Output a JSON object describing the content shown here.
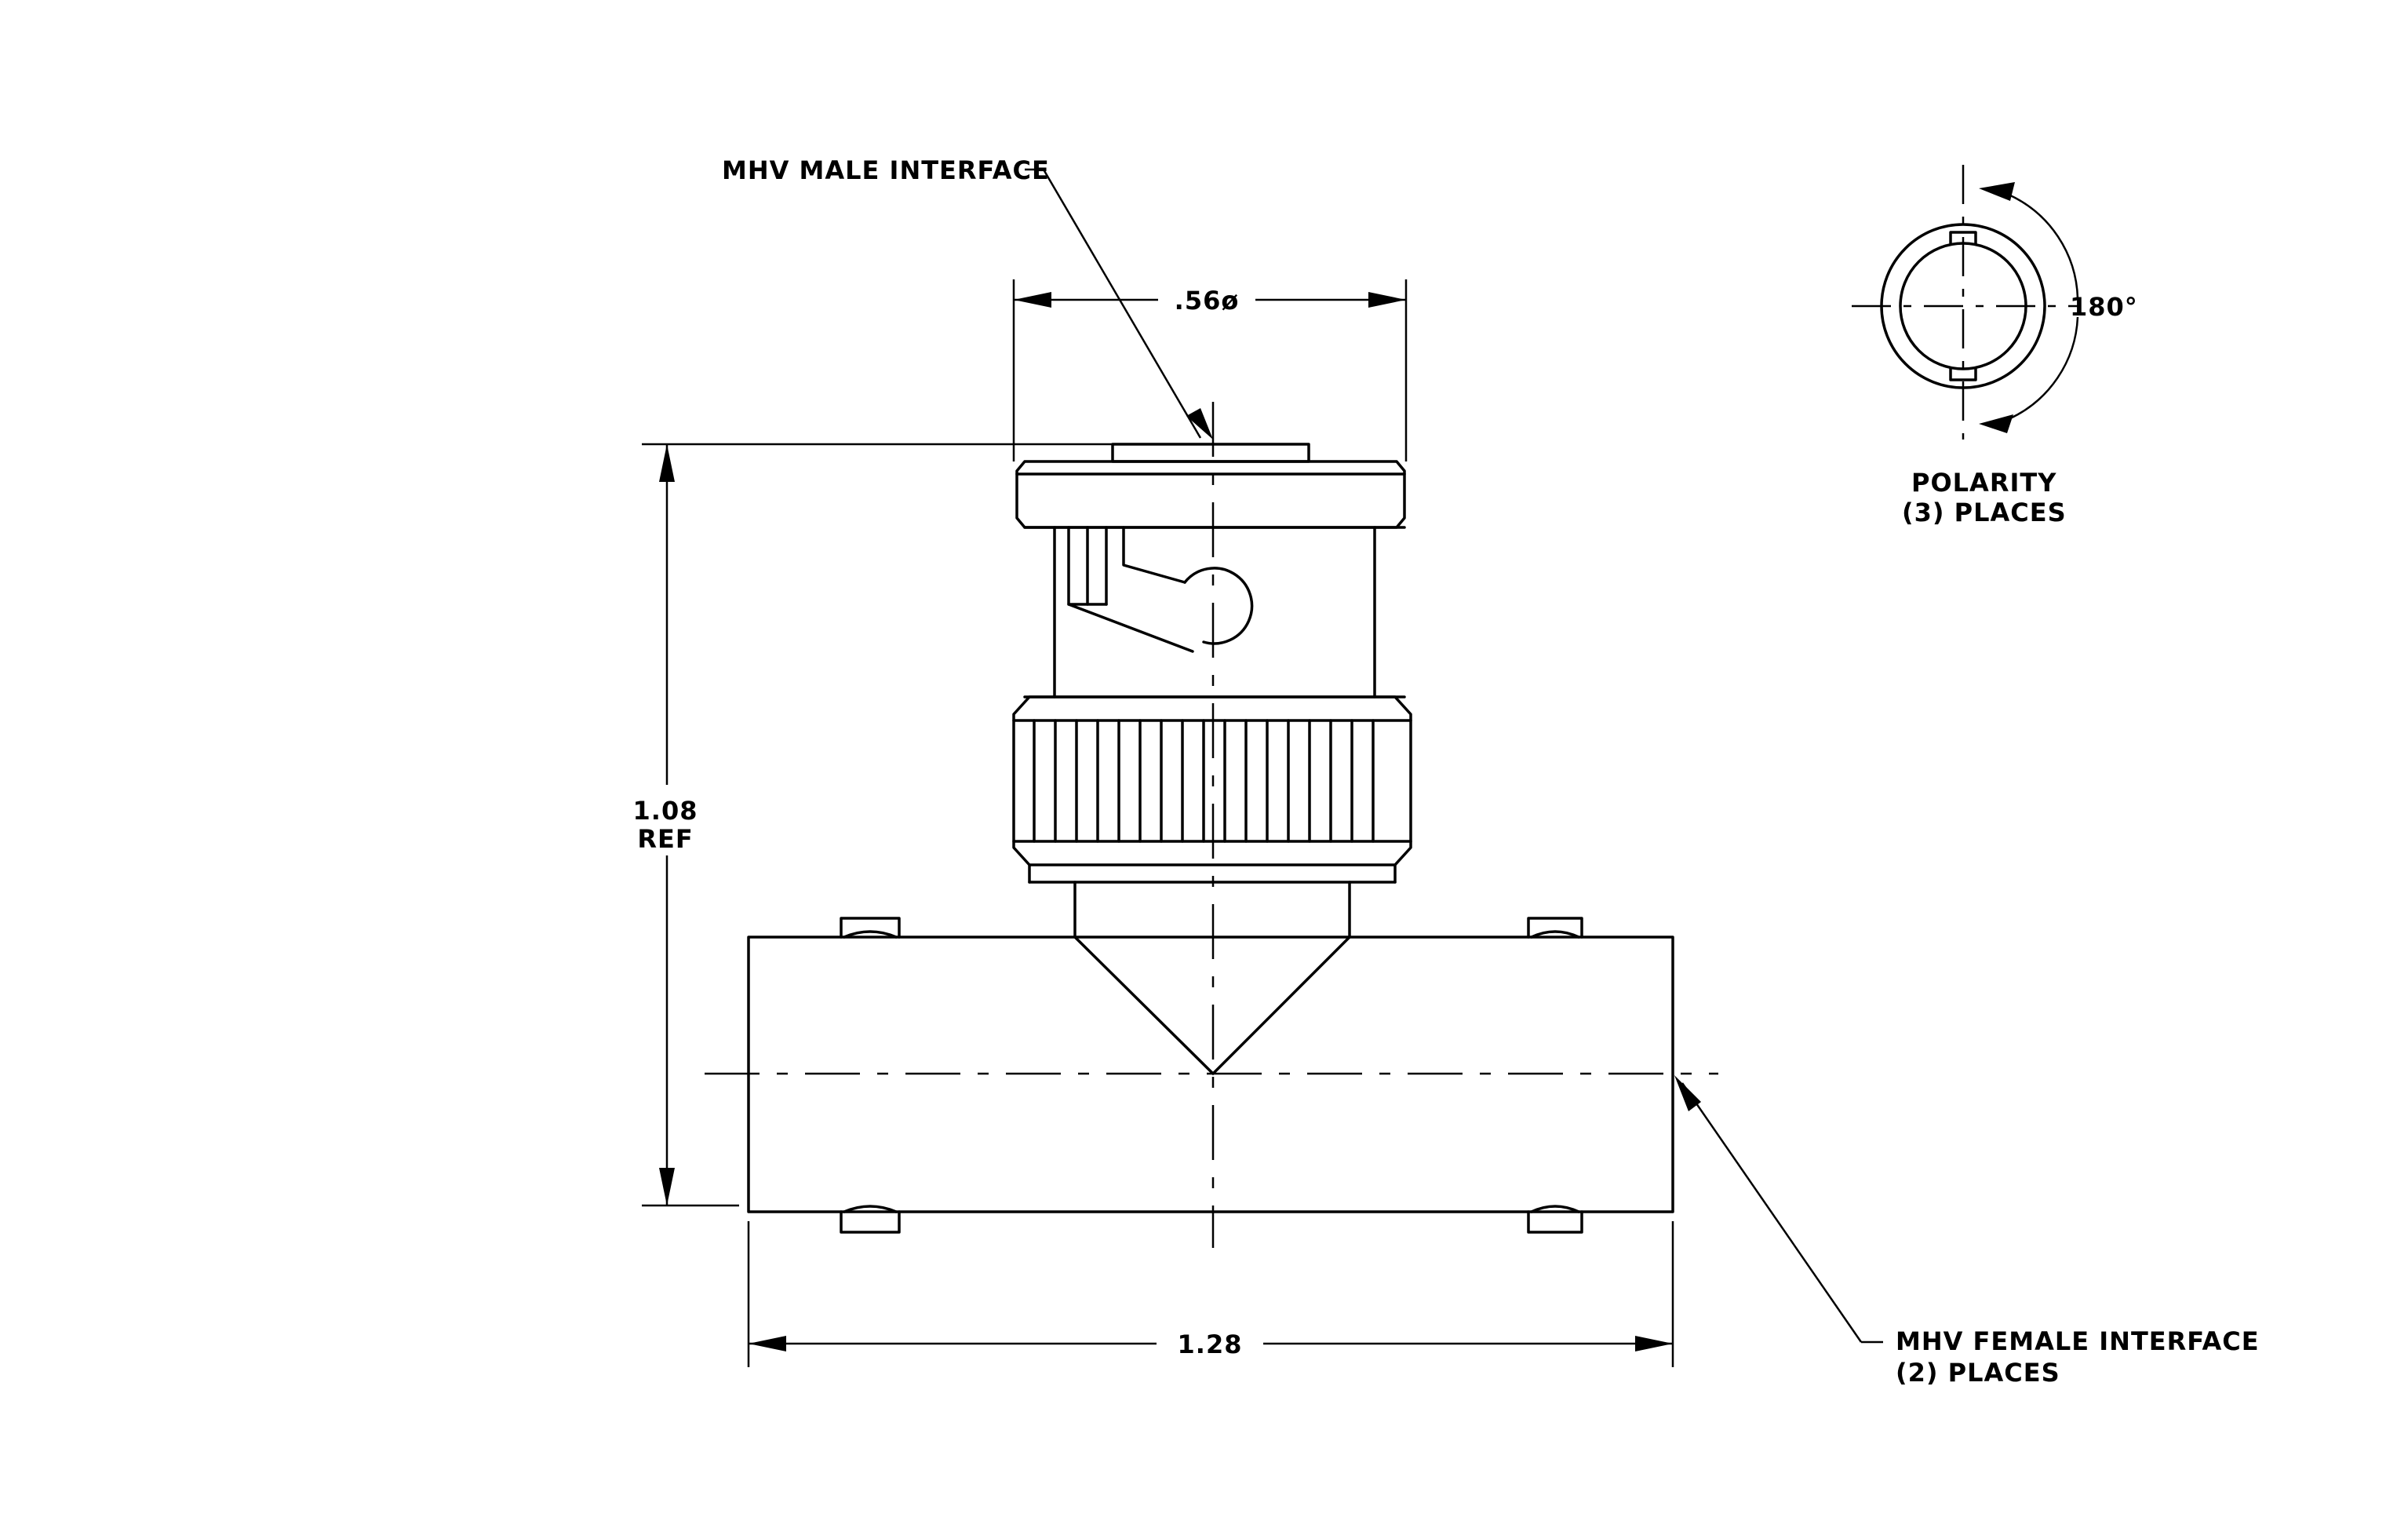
{
  "labels": {
    "male_interface": "MHV MALE INTERFACE",
    "diameter": ".56ø",
    "height_value": "1.08",
    "height_ref": "REF",
    "width_value": "1.28",
    "polarity_line1": "POLARITY",
    "polarity_line2": "(3) PLACES",
    "angle": "180°",
    "female_line1": "MHV FEMALE INTERFACE",
    "female_line2": "(2)  PLACES"
  }
}
